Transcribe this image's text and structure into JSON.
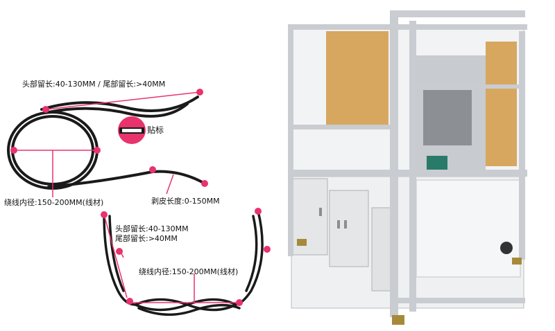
{
  "labels": {
    "top_lengths": "头部留长:40-130MM / 尾部留长:>40MM",
    "sticker": "贴标",
    "coil_inner_diameter": "绕线内径:150-200MM(线材)",
    "strip_length": "剥皮长度:0-150MM",
    "bottom_head_length": "头部留长:40-130MM",
    "bottom_tail_length": "尾部留长:>40MM",
    "bottom_coil_inner_diameter": "绕线内径:150-200MM(线材)"
  },
  "colors": {
    "marker": "#e8336d",
    "cable": "#1a1a1a",
    "frame": "#c9ccd1",
    "panel": "#d7a760",
    "cabinet": "#eef0f1"
  }
}
